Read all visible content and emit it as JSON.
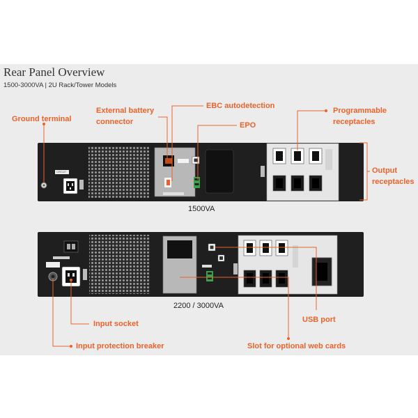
{
  "header": {
    "title": "Rear Panel Overview",
    "subtitle": "1500-3000VA | 2U Rack/Tower Models"
  },
  "callouts": {
    "ground_terminal": "Ground terminal",
    "external_battery_connector_line1": "External battery",
    "external_battery_connector_line2": "connector",
    "ebc_autodetection": "EBC autodetection",
    "epo": "EPO",
    "programmable_receptacles_line1": "Programmable",
    "programmable_receptacles_line2": "receptacles",
    "output_receptacles_line1": "Output",
    "output_receptacles_line2": "receptacles",
    "input_socket": "Input socket",
    "usb_port": "USB port",
    "input_protection_breaker": "Input protection breaker",
    "slot_for_optional_web_cards": "Slot for optional web cards"
  },
  "models": {
    "top": "1500VA",
    "bottom": "2200 / 3000VA"
  },
  "colors": {
    "accent": "#e8632b",
    "unit_body": "#1f1f1f",
    "panel_background": "#ececec"
  }
}
